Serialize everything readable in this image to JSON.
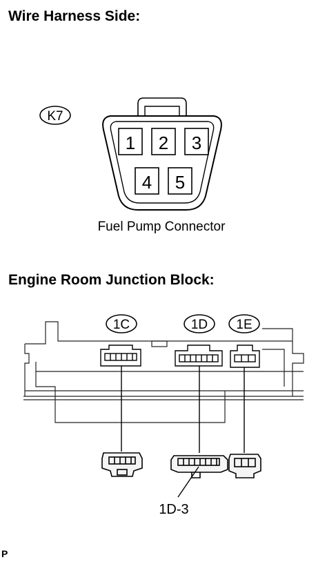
{
  "sections": {
    "wire_harness_title": "Wire Harness Side:",
    "junction_block_title": "Engine Room Junction Block:"
  },
  "connector": {
    "code": "K7",
    "name": "Fuel Pump Connector",
    "pins": [
      "1",
      "2",
      "3",
      "4",
      "5"
    ]
  },
  "junction": {
    "connectors": [
      "1C",
      "1D",
      "1E"
    ],
    "callout": "1D-3"
  },
  "footer": {
    "mark": "P"
  }
}
